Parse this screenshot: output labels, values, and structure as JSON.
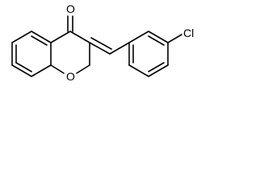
{
  "structure": {
    "atoms": {
      "carbonyl_oxygen": "O",
      "ring_oxygen": "O",
      "chlorine": "Cl"
    }
  },
  "colors": {
    "bond": "#000000",
    "background": "#ffffff"
  }
}
